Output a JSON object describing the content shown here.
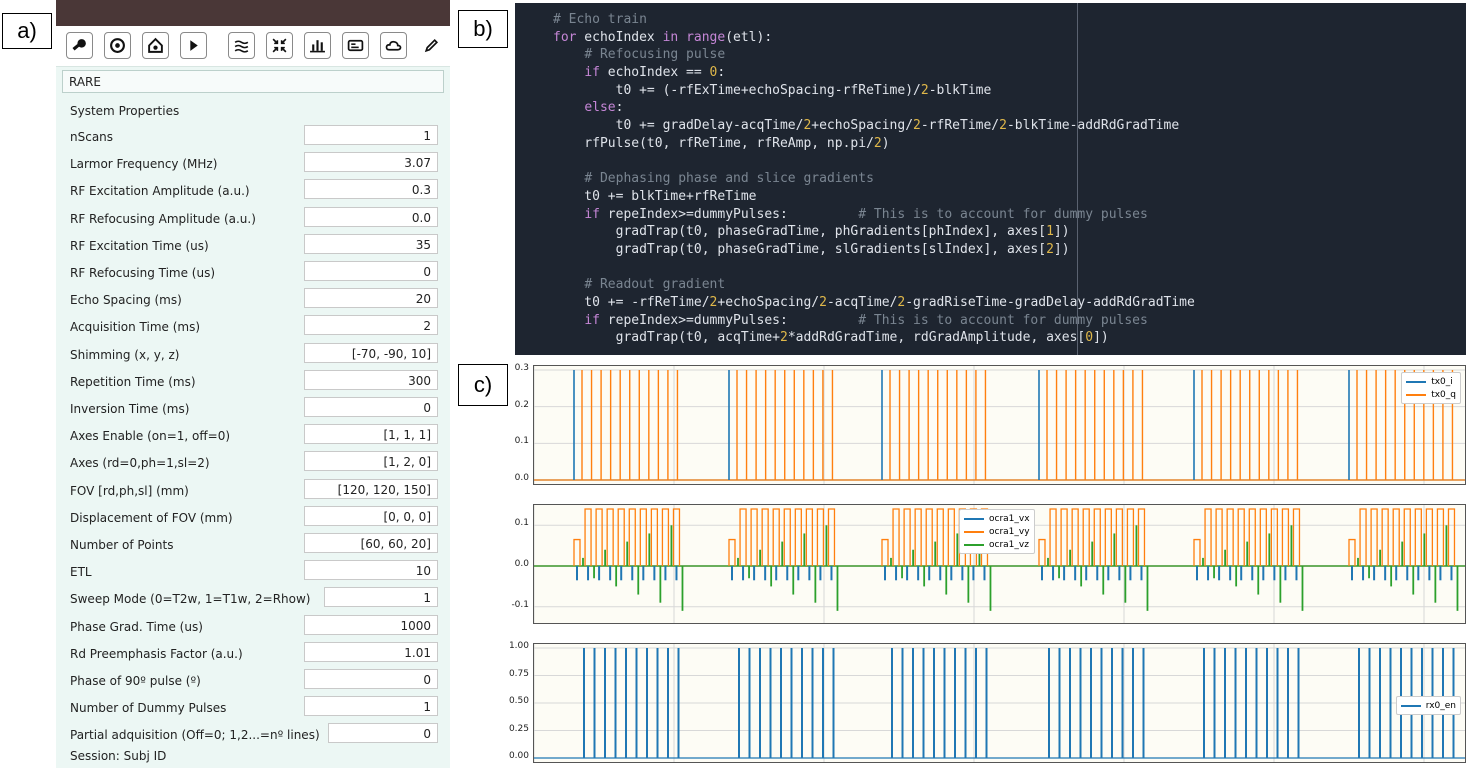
{
  "labels": {
    "a": "a)",
    "b": "b)",
    "c": "c)"
  },
  "toolbar": {
    "icons": [
      "key-icon",
      "target-icon",
      "house-icon",
      "play-icon",
      "waves-icon",
      "shrink-icon",
      "chart-icon",
      "card-icon",
      "cloud-icon",
      "pen-icon"
    ]
  },
  "sequence": {
    "name": "RARE"
  },
  "section_title": "System Properties",
  "params": [
    {
      "label": "nScans",
      "value": "1"
    },
    {
      "label": "Larmor Frequency (MHz)",
      "value": "3.07"
    },
    {
      "label": "RF Excitation Amplitude (a.u.)",
      "value": "0.3"
    },
    {
      "label": "RF Refocusing Amplitude (a.u.)",
      "value": "0.0"
    },
    {
      "label": "RF Excitation Time (us)",
      "value": "35"
    },
    {
      "label": "RF Refocusing Time (us)",
      "value": "0"
    },
    {
      "label": "Echo Spacing (ms)",
      "value": "20"
    },
    {
      "label": "Acquisition Time (ms)",
      "value": "2"
    },
    {
      "label": "Shimming (x, y, z)",
      "value": "[-70, -90, 10]"
    },
    {
      "label": "Repetition Time (ms)",
      "value": "300"
    },
    {
      "label": "Inversion Time (ms)",
      "value": "0"
    },
    {
      "label": "Axes Enable (on=1, off=0)",
      "value": "[1, 1, 1]"
    },
    {
      "label": "Axes (rd=0,ph=1,sl=2)",
      "value": "[1, 2, 0]"
    },
    {
      "label": "FOV [rd,ph,sl] (mm)",
      "value": "[120, 120, 150]"
    },
    {
      "label": "Displacement of FOV (mm)",
      "value": "[0, 0, 0]"
    },
    {
      "label": "Number of Points",
      "value": "[60, 60, 20]"
    },
    {
      "label": "ETL",
      "value": "10"
    },
    {
      "label": "Sweep Mode (0=T2w, 1=T1w, 2=Rhow)",
      "value": "1"
    },
    {
      "label": "Phase Grad. Time (us)",
      "value": "1000"
    },
    {
      "label": "Rd Preemphasis Factor (a.u.)",
      "value": "1.01"
    },
    {
      "label": "Phase of 90º pulse (º)",
      "value": "0"
    },
    {
      "label": "Number of Dummy Pulses",
      "value": "1"
    },
    {
      "label": "Partial adquisition (Off=0; 1,2...=nº lines)",
      "value": "0"
    }
  ],
  "session": "Session:  Subj ID",
  "code": [
    [
      {
        "t": "# Echo train",
        "c": "cm"
      }
    ],
    [
      {
        "t": "for",
        "c": "kw"
      },
      {
        "t": " echoIndex "
      },
      {
        "t": "in",
        "c": "kw"
      },
      {
        "t": " "
      },
      {
        "t": "range",
        "c": "kw"
      },
      {
        "t": "(etl):"
      }
    ],
    [
      {
        "t": "    "
      },
      {
        "t": "# Refocusing pulse",
        "c": "cm"
      }
    ],
    [
      {
        "t": "    "
      },
      {
        "t": "if",
        "c": "kw"
      },
      {
        "t": " echoIndex == "
      },
      {
        "t": "0",
        "c": "nm"
      },
      {
        "t": ":"
      }
    ],
    [
      {
        "t": "        t0 += (-rfExTime+echoSpacing-rfReTime)/"
      },
      {
        "t": "2",
        "c": "nm"
      },
      {
        "t": "-blkTime"
      }
    ],
    [
      {
        "t": "    "
      },
      {
        "t": "else",
        "c": "kw"
      },
      {
        "t": ":"
      }
    ],
    [
      {
        "t": "        t0 += gradDelay-acqTime/"
      },
      {
        "t": "2",
        "c": "nm"
      },
      {
        "t": "+echoSpacing/"
      },
      {
        "t": "2",
        "c": "nm"
      },
      {
        "t": "-rfReTime/"
      },
      {
        "t": "2",
        "c": "nm"
      },
      {
        "t": "-blkTime-addRdGradTime"
      }
    ],
    [
      {
        "t": "    rfPulse(t0, rfReTime, rfReAmp, np.pi/"
      },
      {
        "t": "2",
        "c": "nm"
      },
      {
        "t": ")"
      }
    ],
    [
      {
        "t": ""
      }
    ],
    [
      {
        "t": "    "
      },
      {
        "t": "# Dephasing phase and slice gradients",
        "c": "cm"
      }
    ],
    [
      {
        "t": "    t0 += blkTime+rfReTime"
      }
    ],
    [
      {
        "t": "    "
      },
      {
        "t": "if",
        "c": "kw"
      },
      {
        "t": " repeIndex>=dummyPulses:         "
      },
      {
        "t": "# This is to account for dummy pulses",
        "c": "cm"
      }
    ],
    [
      {
        "t": "        gradTrap(t0, phaseGradTime, phGradients[phIndex], axes["
      },
      {
        "t": "1",
        "c": "nm"
      },
      {
        "t": "])"
      }
    ],
    [
      {
        "t": "        gradTrap(t0, phaseGradTime, slGradients[slIndex], axes["
      },
      {
        "t": "2",
        "c": "nm"
      },
      {
        "t": "])"
      }
    ],
    [
      {
        "t": ""
      }
    ],
    [
      {
        "t": "    "
      },
      {
        "t": "# Readout gradient",
        "c": "cm"
      }
    ],
    [
      {
        "t": "    t0 += -rfReTime/"
      },
      {
        "t": "2",
        "c": "nm"
      },
      {
        "t": "+echoSpacing/"
      },
      {
        "t": "2",
        "c": "nm"
      },
      {
        "t": "-acqTime/"
      },
      {
        "t": "2",
        "c": "nm"
      },
      {
        "t": "-gradRiseTime-gradDelay-addRdGradTime"
      }
    ],
    [
      {
        "t": "    "
      },
      {
        "t": "if",
        "c": "kw"
      },
      {
        "t": " repeIndex>=dummyPulses:         "
      },
      {
        "t": "# This is to account for dummy pulses",
        "c": "cm"
      }
    ],
    [
      {
        "t": "        gradTrap(t0, acqTime+"
      },
      {
        "t": "2",
        "c": "nm"
      },
      {
        "t": "*addRdGradTime, rdGradAmplitude, axes["
      },
      {
        "t": "0",
        "c": "nm"
      },
      {
        "t": "])"
      }
    ]
  ],
  "chart_data": [
    {
      "type": "line",
      "yticks": [
        "0.3",
        "0.2",
        "0.1",
        "0.0"
      ],
      "ylim": [
        0,
        0.3
      ],
      "trains": 6,
      "pulses_per_train": 11,
      "series": [
        {
          "name": "tx0_i",
          "color": "#1f77b4",
          "pulse_value": 0.3
        },
        {
          "name": "tx0_q",
          "color": "#ff7f0e",
          "pulse_value": 0.3
        }
      ]
    },
    {
      "type": "line",
      "yticks": [
        "0.1",
        "0.0",
        "-0.1"
      ],
      "ylim": [
        -0.13,
        0.14
      ],
      "trains": 6,
      "pulses_per_train": 10,
      "series": [
        {
          "name": "ocra1_vx",
          "color": "#1f77b4",
          "pulse_value": -0.04
        },
        {
          "name": "ocra1_vy",
          "color": "#ff7f0e",
          "pulse_value": 0.14
        },
        {
          "name": "ocra1_vz",
          "color": "#2ca02c",
          "pulse_value": 0.11
        }
      ]
    },
    {
      "type": "line",
      "yticks": [
        "1.00",
        "0.75",
        "0.50",
        "0.25",
        "0.00"
      ],
      "ylim": [
        0,
        1.0
      ],
      "trains": 6,
      "pulses_per_train": 10,
      "series": [
        {
          "name": "rx0_en",
          "color": "#1f77b4",
          "pulse_value": 1.0
        }
      ]
    }
  ]
}
